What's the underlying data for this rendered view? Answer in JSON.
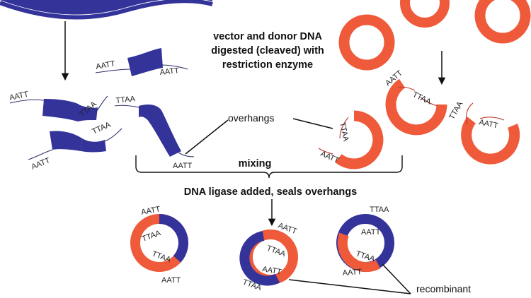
{
  "labels": {
    "step1_line1": "vector and donor DNA",
    "step1_line2": "digested (cleaved) with",
    "step1_line3": "restriction enzyme",
    "overhangs": "overhangs",
    "mixing": "mixing",
    "ligase": "DNA ligase added, seals overhangs",
    "recombinant": "recombinant"
  },
  "sequences": {
    "aatt": "AATT",
    "ttaa": "TTAA"
  },
  "colors": {
    "donor_dna": "#33339a",
    "vector_dna": "#ee5a3a",
    "text": "#111111"
  }
}
